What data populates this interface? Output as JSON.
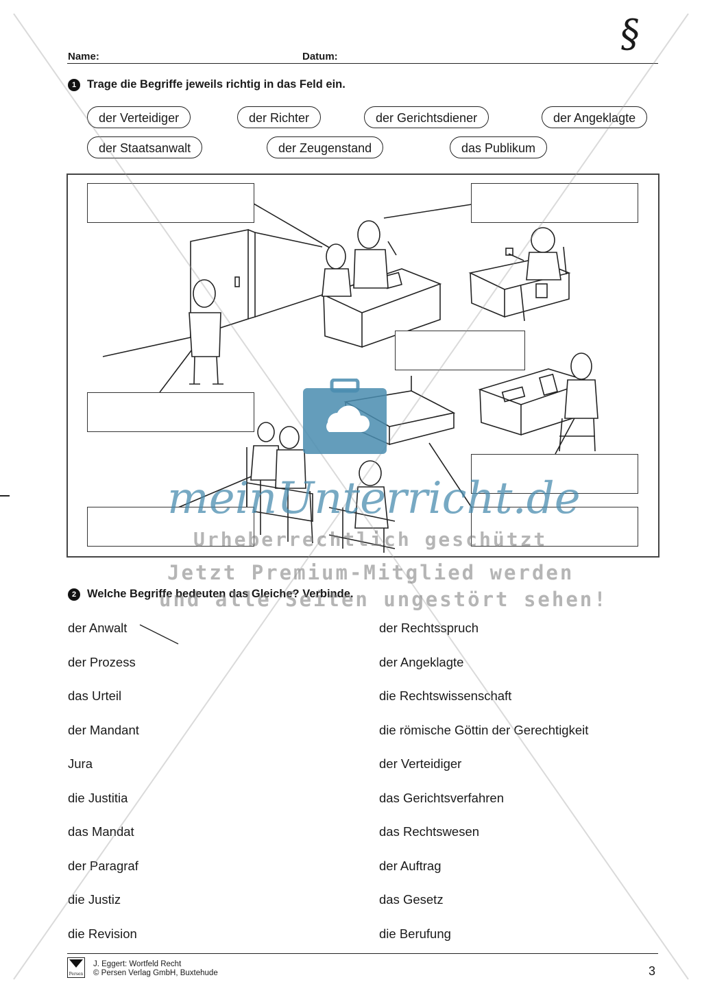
{
  "header": {
    "name_label": "Name:",
    "date_label": "Datum:",
    "symbol": "§"
  },
  "task1": {
    "number": "1",
    "instruction": "Trage die Begriffe jeweils richtig in das Feld ein.",
    "terms": [
      "der Verteidiger",
      "der Richter",
      "der Gerichtsdiener",
      "der Angeklagte",
      "der Staatsanwalt",
      "der Zeugenstand",
      "das Publikum"
    ]
  },
  "task2": {
    "number": "2",
    "instruction": "Welche Begriffe bedeuten das Gleiche? Verbinde.",
    "left": [
      "der Anwalt",
      "der Prozess",
      "das Urteil",
      "der Mandant",
      "Jura",
      "die Justitia",
      "das Mandat",
      "der Paragraf",
      "die Justiz",
      "die Revision"
    ],
    "right": [
      "der Rechtsspruch",
      "der Angeklagte",
      "die Rechtswissenschaft",
      "die römische Göttin der Gerechtigkeit",
      "der Verteidiger",
      "das Gerichtsverfahren",
      "das Rechtswesen",
      "der Auftrag",
      "das Gesetz",
      "die Berufung"
    ]
  },
  "watermark": {
    "brand": "meinUnterricht.de",
    "line1": "Urheberrechtlich geschützt",
    "line2": "Jetzt Premium-Mitglied werden",
    "line3": "und alle Seiten ungestört sehen!"
  },
  "footer": {
    "logo_text": "Persen",
    "line1": "J. Eggert: Wortfeld Recht",
    "line2": "© Persen Verlag GmbH, Buxtehude",
    "page_number": "3"
  }
}
